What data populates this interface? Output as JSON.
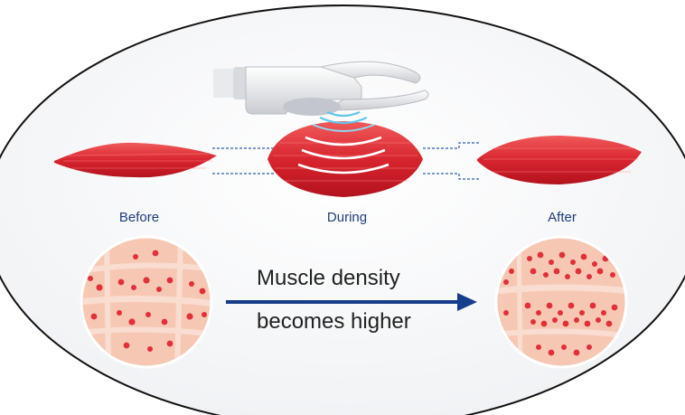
{
  "stages": {
    "before": "Before",
    "during": "During",
    "after": "After"
  },
  "caption": {
    "line1": "Muscle density",
    "line2": "becomes higher"
  },
  "icons": {
    "device": "ultrasound-handpiece-icon",
    "waves": "ultrasound-wave-icon",
    "arrow": "right-arrow-icon"
  },
  "colors": {
    "muscle": "#d8252f",
    "tissue": "#f6c8b4",
    "arrow": "#163c8c",
    "dash": "#2c5fa8",
    "label": "#1f3d7a"
  }
}
